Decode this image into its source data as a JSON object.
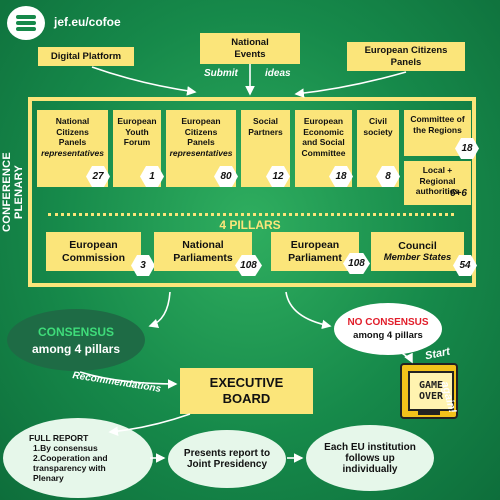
{
  "header": {
    "site": "jef.eu/cofoe"
  },
  "side_label": "CONFERENCE PLENARY",
  "inputs": {
    "digital_platform": "Digital Platform",
    "national_events": "National Events",
    "european_citizens_panels": "European Citizens Panels",
    "submit": "Submit",
    "ideas": "ideas"
  },
  "members": [
    {
      "line1": "National Citizens Panels",
      "line2": "representatives",
      "count": "27"
    },
    {
      "line1": "European Youth Forum",
      "line2": "",
      "count": "1"
    },
    {
      "line1": "European Citizens Panels",
      "line2": "representatives",
      "count": "80"
    },
    {
      "line1": "Social Partners",
      "line2": "",
      "count": "12"
    },
    {
      "line1": "European Economic and Social Committee",
      "line2": "",
      "count": "18"
    },
    {
      "line1": "Civil society",
      "line2": "",
      "count": "8"
    },
    {
      "line1": "Committee of the Regions",
      "line2": "",
      "count": "18"
    },
    {
      "line1": "Local + Regional authorities",
      "line2": "",
      "count": "6+6"
    }
  ],
  "pillars_label": "4 PILLARS",
  "pillars": [
    {
      "line1": "European Commission",
      "line2": "",
      "count": "3"
    },
    {
      "line1": "National Parliaments",
      "line2": "",
      "count": "108"
    },
    {
      "line1": "European Parliament",
      "line2": "",
      "count": "108"
    },
    {
      "line1": "Council",
      "line2": "Member States",
      "count": "54"
    }
  ],
  "consensus": {
    "title": "CONSENSUS",
    "sub": "among 4 pillars"
  },
  "no_consensus": {
    "title": "NO CONSENSUS",
    "sub": "among 4 pillars"
  },
  "start_again": {
    "start": "Start",
    "again": "again!"
  },
  "game_over": {
    "line1": "GAME",
    "line2": "OVER"
  },
  "recommendations": "Recommendations",
  "executive_board": "EXECUTIVE BOARD",
  "full_report": {
    "title": "FULL REPORT",
    "item1": "1.By consensus",
    "item2": "2.Cooperation and transparency with Plenary"
  },
  "presents": "Presents report to Joint Presidency",
  "each_eu": "Each EU institution follows up individually",
  "colors": {
    "yellow": "#fbe57a",
    "bg": "#16894a",
    "dark_oval": "#1f6f48",
    "red": "#e11d2a"
  }
}
